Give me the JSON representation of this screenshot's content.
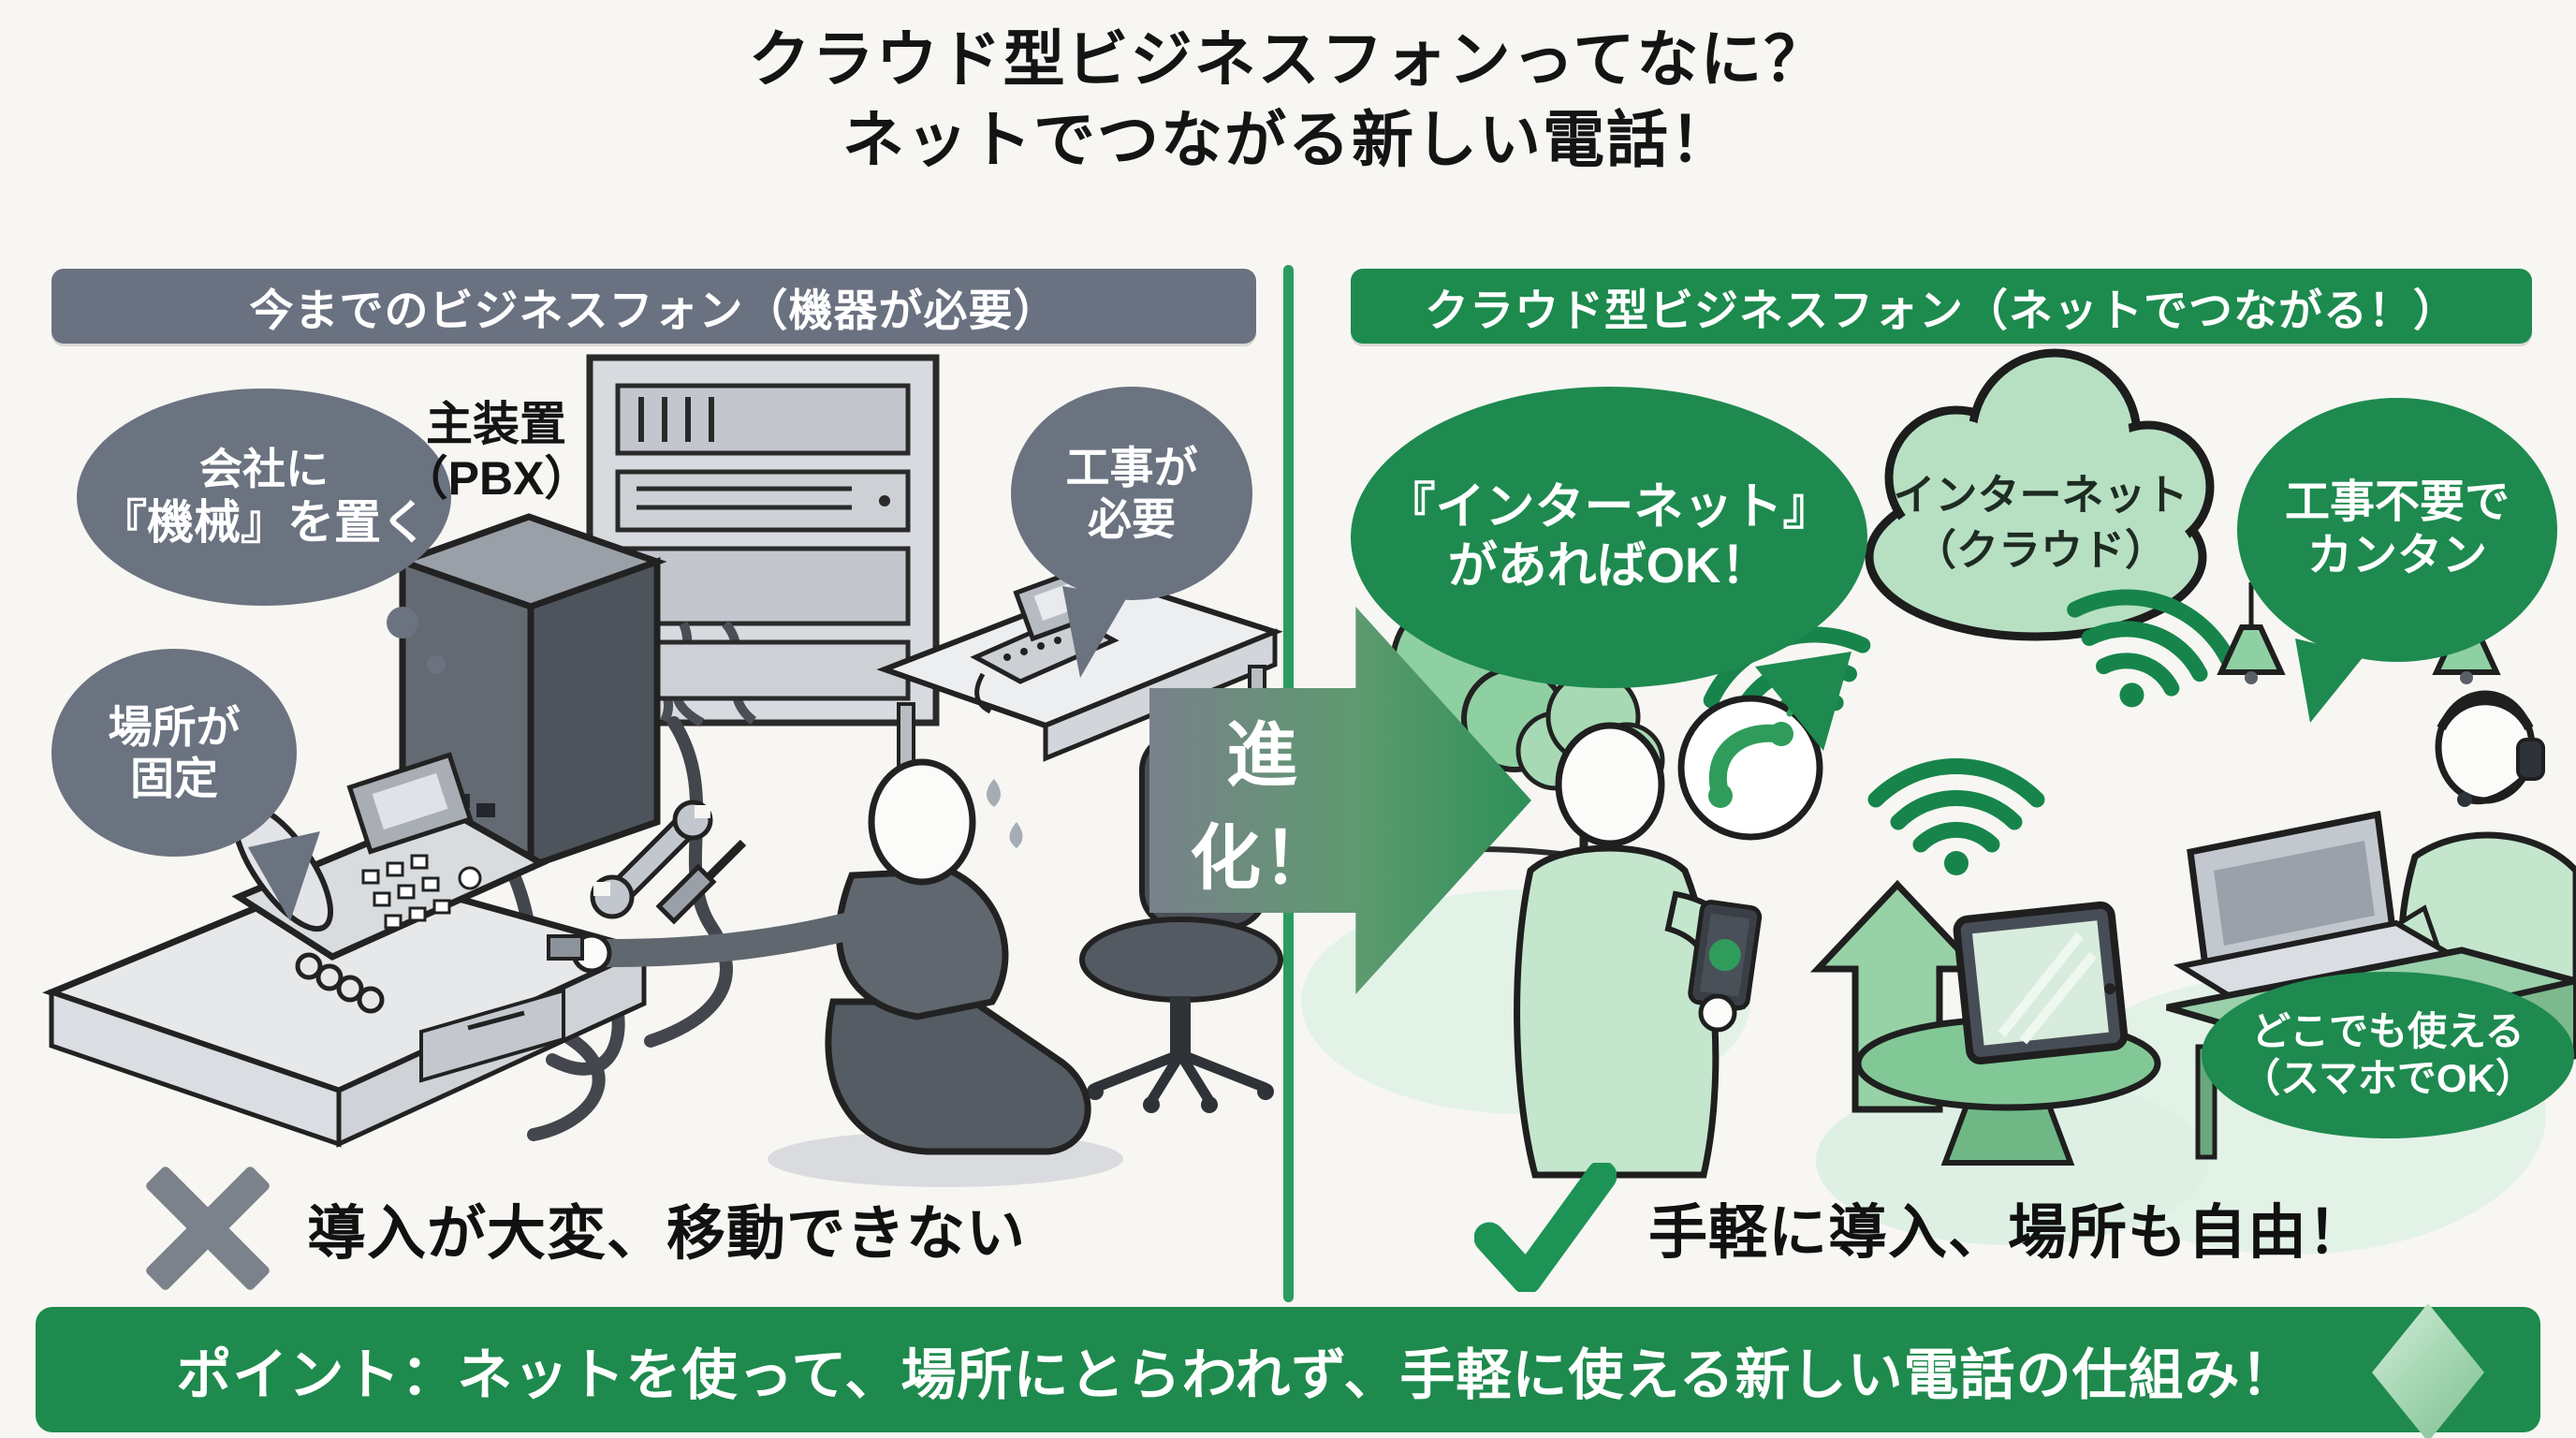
{
  "title": {
    "line1": "クラウド型ビジネスフォンってなに？",
    "line2": "ネットでつながる新しい電話！"
  },
  "left": {
    "header": "今までのビジネスフォン（機器が必要）",
    "bubble_company": {
      "line1": "会社に",
      "line2": "『機械』を置く"
    },
    "bubble_location": {
      "line1": "場所が",
      "line2": "固定"
    },
    "bubble_construction": {
      "line1": "工事が",
      "line2": "必要"
    },
    "pbx_label": {
      "line1": "主装置",
      "line2": "（PBX）"
    },
    "verdict": "導入が大変、移動できない"
  },
  "arrow_label": "進化！",
  "right": {
    "header": "クラウド型ビジネスフォン（ネットでつながる！）",
    "bubble_internet": {
      "line1": "『インターネット』",
      "line2": "があればOK！"
    },
    "cloud": {
      "line1": "インターネット",
      "line2": "（クラウド）"
    },
    "bubble_no_construction": {
      "line1": "工事不要で",
      "line2": "カンタン"
    },
    "bubble_anywhere": {
      "line1": "どこでも使える",
      "line2": "（スマホでOK）"
    },
    "verdict": "手軽に導入、場所も自由！"
  },
  "footer": {
    "point": "ポイント：ネットを使って、場所にとらわれず、手軽に使える新しい電話の仕組み！"
  },
  "icons": {
    "cross": "✕",
    "check": "✓",
    "sparkle": "✦",
    "wifi": "wifi-arcs",
    "cloud": "cloud-shape",
    "phone_call": "handset-in-circle"
  },
  "colors": {
    "green": "#1e8a4f",
    "gray": "#6b7380",
    "light_green": "#b7e0c3",
    "bar_green": "#1e8a4d",
    "divider_green": "#2b9b5f"
  }
}
